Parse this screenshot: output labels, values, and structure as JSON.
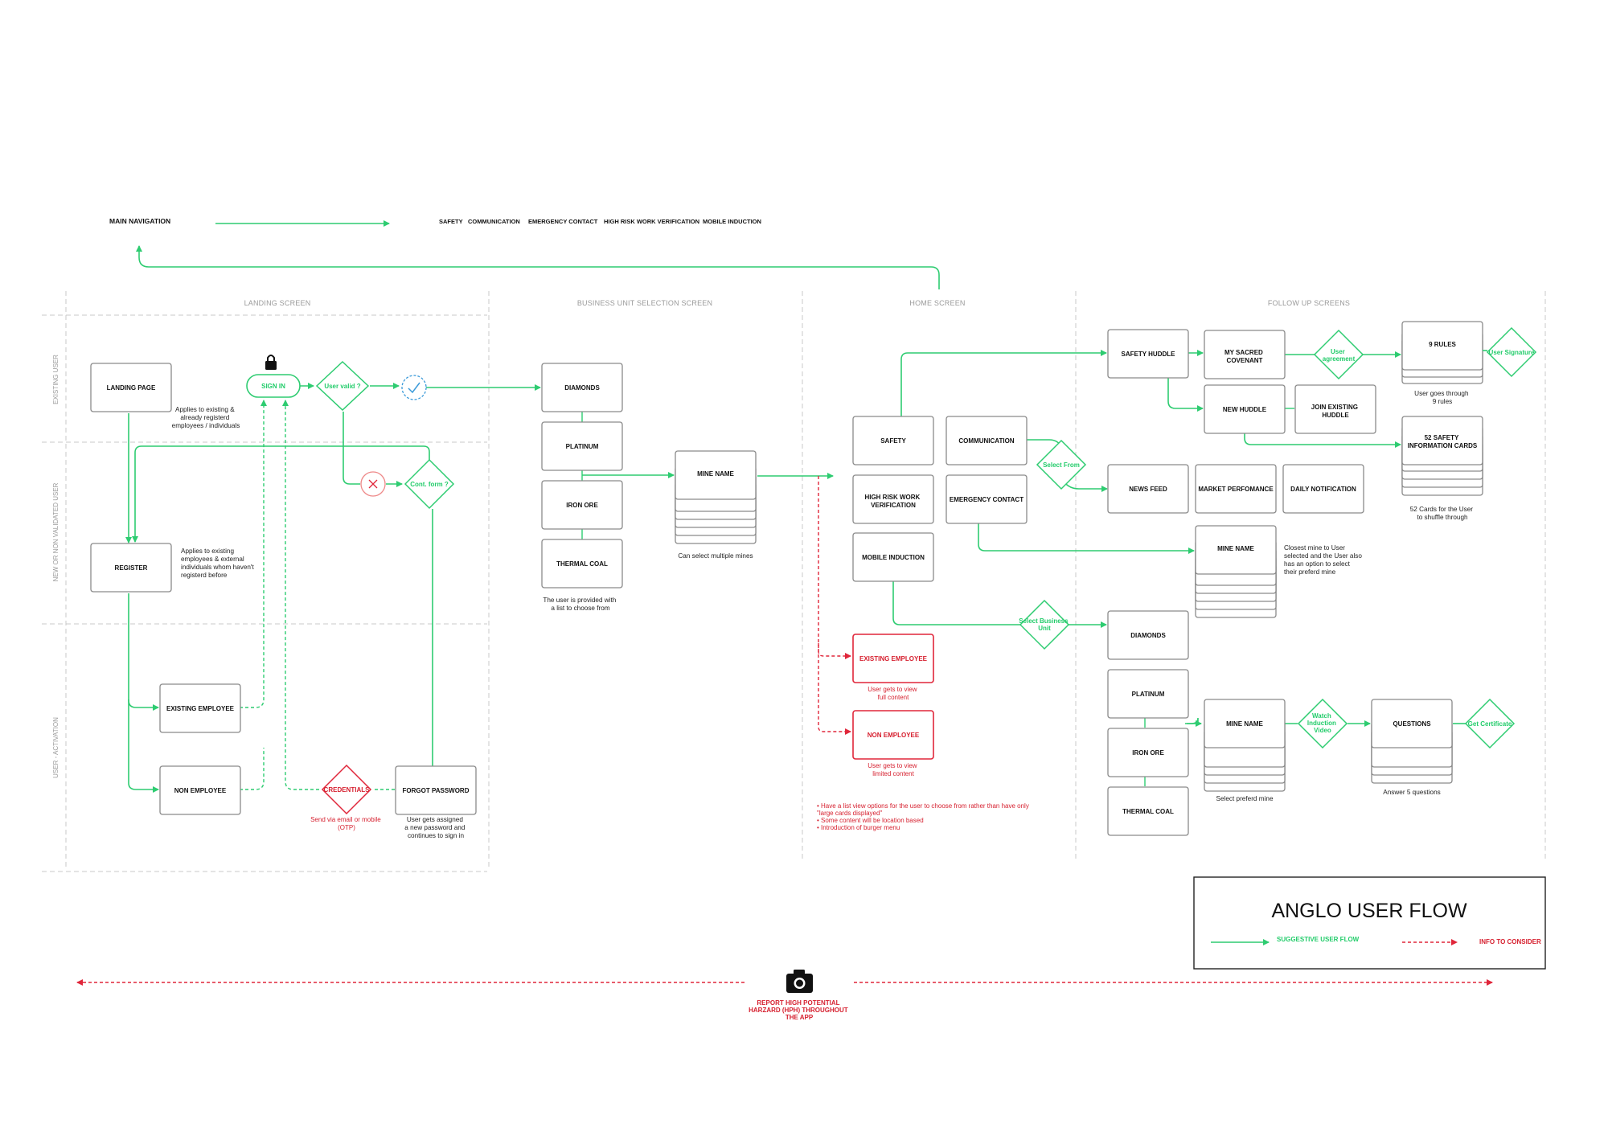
{
  "top": {
    "main_nav": "MAIN NAVIGATION",
    "nav_items": [
      "SAFETY",
      "COMMUNICATION",
      "EMERGENCY CONTACT",
      "HIGH RISK WORK VERIFICATION",
      "MOBILE INDUCTION"
    ]
  },
  "sections": {
    "landing": "LANDING SCREEN",
    "business_unit": "BUSINESS UNIT SELECTION SCREEN",
    "home": "HOME SCREEN",
    "follow_up": "FOLLOW UP SCREENS"
  },
  "lanes": {
    "existing": "EXISTING USER",
    "new": "NEW OR NON VALIDATED USER",
    "activation": "USER - ACTIVATION"
  },
  "landing": {
    "landing_page": "LANDING PAGE",
    "landing_note": [
      "Applies to existing &",
      "already registerd",
      "employees / individuals"
    ],
    "sign_in": "SIGN IN",
    "user_valid": "User valid ?",
    "cont_form": "Cont. form ?",
    "register": "REGISTER",
    "register_note": [
      "Applies to existing",
      "employees & external",
      "individuals whom haven't",
      "registerd before"
    ],
    "existing_employee": "EXISTING EMPLOYEE",
    "non_employee": "NON EMPLOYEE",
    "credentials": "CREDENTIALS",
    "credentials_note": [
      "Send via email or mobile",
      "(OTP)"
    ],
    "forgot_password": "FORGOT PASSWORD",
    "forgot_note": [
      "User gets assigned",
      "a new password and",
      "continues to sign in"
    ]
  },
  "business": {
    "units": [
      "DIAMONDS",
      "PLATINUM",
      "IRON ORE",
      "THERMAL COAL"
    ],
    "units_note": [
      "The user is provided with",
      "a list to choose from"
    ],
    "mine_name": "MINE NAME",
    "mine_note": "Can select multiple mines"
  },
  "home": {
    "safety": "SAFETY",
    "communication": "COMMUNICATION",
    "high_risk": [
      "HIGH RISK WORK",
      "VERIFICATION"
    ],
    "emergency": "EMERGENCY CONTACT",
    "mobile_induction": "MOBILE INDUCTION",
    "existing_employee": "EXISTING EMPLOYEE",
    "existing_note": [
      "User gets to view",
      "full content"
    ],
    "non_employee": "NON EMPLOYEE",
    "non_note": [
      "User gets to view",
      "limited content"
    ],
    "info_notes": [
      "• Have a list view options for the user to choose from rather than have only",
      "\"large cards displayed\"",
      "• Some content will be location based",
      "• Introduction of burger menu"
    ]
  },
  "follow": {
    "safety_huddle": "SAFETY HUDDLE",
    "sacred_covenant": [
      "MY SACRED",
      "COVENANT"
    ],
    "user_agreement": [
      "User",
      "agreement"
    ],
    "nine_rules": "9 RULES",
    "user_signature": "User Signature",
    "nine_note": [
      "User goes through",
      "9 rules"
    ],
    "new_huddle": "NEW HUDDLE",
    "join_huddle": [
      "JOIN EXISTING",
      "HUDDLE"
    ],
    "cards52": [
      "52 SAFETY",
      "INFORMATION CARDS"
    ],
    "cards_note": [
      "52 Cards for the User",
      "to shuffle through"
    ],
    "select_from": "Select From",
    "news_feed": "NEWS FEED",
    "market": "MARKET PERFOMANCE",
    "daily": "DAILY NOTIFICATION",
    "mine_name": "MINE NAME",
    "mine_note": [
      "Closest mine to User",
      "selected and the User also",
      "has an option to select",
      "their preferd mine"
    ],
    "select_bu": [
      "Select Business",
      "Unit"
    ],
    "units": [
      "DIAMONDS",
      "PLATINUM",
      "IRON ORE",
      "THERMAL COAL"
    ],
    "mine_name2": "MINE NAME",
    "mine2_note": "Select preferd mine",
    "watch": [
      "Watch",
      "Induction",
      "Video"
    ],
    "questions": "QUESTIONS",
    "questions_note": "Answer 5 questions",
    "get_cert": "Get Certificate"
  },
  "legend": {
    "title": "ANGLO USER FLOW",
    "green": "SUGGESTIVE USER FLOW",
    "red": "INFO TO CONSIDER"
  },
  "bottom": {
    "report": [
      "REPORT HIGH POTENTIAL",
      "HARZARD (HPH) THROUGHOUT",
      "THE APP"
    ]
  },
  "colors": {
    "green": "#2ecc71",
    "red": "#e0263a",
    "grey": "#8a8a8a"
  },
  "icons": [
    "lock-icon",
    "check-icon",
    "cross-icon",
    "camera-icon"
  ]
}
